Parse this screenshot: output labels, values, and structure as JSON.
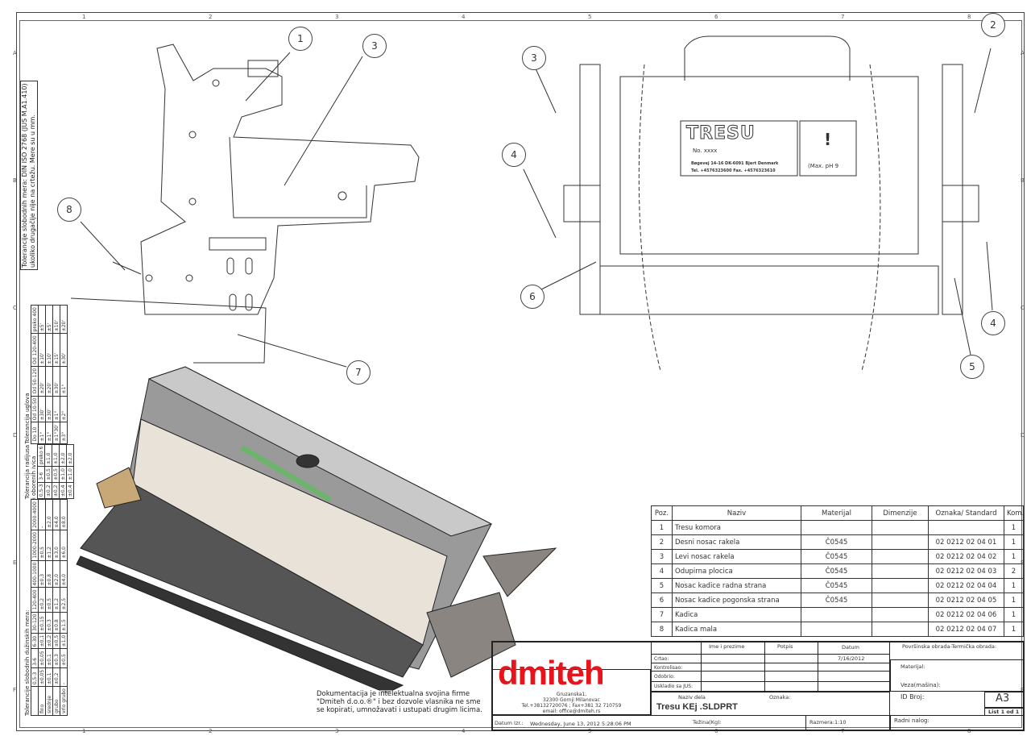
{
  "zones": {
    "columns": [
      "1",
      "2",
      "3",
      "4",
      "5",
      "6",
      "7",
      "8"
    ],
    "rows": [
      "A",
      "B",
      "C",
      "D",
      "E",
      "F"
    ]
  },
  "note_tolerance": "Tolerancije slobodnih mera: DIN ISO 2768 (JUS M.A1.410) ukoliko drugačije nije na crtežu. Mere su u mm.",
  "tolerance_linear": {
    "title": "Tolerancije slobodnih dužinskih mera:",
    "header": [
      "",
      "0,5-3",
      "3-6",
      "6-30",
      "30-120",
      "120-400",
      "400-1000",
      "1000-2000",
      "2000-4000"
    ],
    "rows": [
      [
        "fino",
        "±0,05",
        "±0,05",
        "±0,1",
        "±0,15",
        "±0,2",
        "±0,3",
        "±0,5",
        "-"
      ],
      [
        "srednje",
        "±0,1",
        "±0,1",
        "±0,2",
        "±0,3",
        "±0,5",
        "±0,8",
        "±1,2",
        "±2,0"
      ],
      [
        "grubo",
        "±0,2",
        "±0,3",
        "±0,5",
        "±0,8",
        "±1,2",
        "±2,0",
        "±3,0",
        "±4,0"
      ],
      [
        "vrlo grubo",
        "-",
        "±0,5",
        "±1,0",
        "±1,5",
        "±2,5",
        "±4,0",
        "±6,0",
        "±8,0"
      ]
    ]
  },
  "tolerance_radius": {
    "title": "Tolerancija radijusa i oborenih ivica",
    "header": [
      "0,5-3",
      "3-6",
      "preko 6"
    ],
    "rows": [
      [
        "±0,2",
        "±0,5",
        "±1,0"
      ],
      [
        "±0,2",
        "±0,5",
        "±1,0"
      ],
      [
        "±0,4",
        "±1,0",
        "±2,0"
      ],
      [
        "±0,4",
        "±1,0",
        "±2,0"
      ]
    ]
  },
  "tolerance_angle": {
    "title": "Tolerancija uglova",
    "header": [
      "Do 10",
      "Od 10-50",
      "Od 50-120",
      "Od 120-400",
      "preko 400"
    ],
    "rows": [
      [
        "±1°",
        "±30'",
        "±20'",
        "±10'",
        "±5'"
      ],
      [
        "±1°",
        "±30'",
        "±20'",
        "±10'",
        "±5'"
      ],
      [
        "±1°30'",
        "±1°",
        "±30'",
        "±15'",
        "±10'"
      ],
      [
        "±3°",
        "±2°",
        "±1°",
        "±30'",
        "±20'"
      ]
    ]
  },
  "balloons": [
    "1",
    "2",
    "3",
    "4",
    "4",
    "5",
    "6",
    "7",
    "8",
    "3"
  ],
  "plate": {
    "brand": "TRESU",
    "no": "No. xxxx",
    "address": "Bøgevej 14-16  DK-6091 Bjert Denmark",
    "phone": "Tel. +4576323600  Fax. +4576323610",
    "warning": "!",
    "ph": "(Max. pH 9"
  },
  "parts_table": {
    "headers": [
      "Poz.",
      "Naziv",
      "Materijal",
      "Dimenzije",
      "Oznaka/ Standard",
      "Kom."
    ],
    "rows": [
      [
        "1",
        "Tresu komora",
        "",
        "",
        "",
        "1"
      ],
      [
        "2",
        "Desni nosac rakela",
        "Č0545",
        "",
        "02 0212 02 04 01",
        "1"
      ],
      [
        "3",
        "Levi nosac rakela",
        "Č0545",
        "",
        "02 0212 02 04 02",
        "1"
      ],
      [
        "4",
        "Odupirna plocica",
        "Č0545",
        "",
        "02 0212 02 04 03",
        "2"
      ],
      [
        "5",
        "Nosac kadice radna strana",
        "Č0545",
        "",
        "02 0212 02 04 04",
        "1"
      ],
      [
        "6",
        "Nosac kadice pogonska strana",
        "Č0545",
        "",
        "02 0212 02 04 05",
        "1"
      ],
      [
        "7",
        "Kadica",
        "",
        "",
        "02 0212 02 04 06",
        "1"
      ],
      [
        "8",
        "Kadica mala",
        "",
        "",
        "02 0212 02 04 07",
        "1"
      ]
    ]
  },
  "title_block": {
    "ime": "Ime i prezime",
    "potpis": "Potpis",
    "datum": "Datum",
    "crtao": "Crtao:",
    "crtao_date": "7/16/2012",
    "kontrolisao": "Kontrolisao:",
    "odobrio": "Odobrio:",
    "uskladio": "Uskladio sa JUS:",
    "povrsinska": "Površinska obrada-Termička obrada:",
    "materijal": "Materijal:",
    "veza": "Veza(mašina):",
    "id_broj": "ID Broj:",
    "format": "A3",
    "list": "List 1 od 1",
    "naziv_label": "Naziv dela",
    "oznaka_label": "Oznaka:",
    "naziv": "Tresu KEj .SLDPRT",
    "tezina": "Težina(Kg):",
    "razmera": "Razmera:1:10",
    "radni_nalog": "Radni nalog:",
    "datum_izr_label": "Datum Izr.:",
    "datum_izr": "Wednesday, June 13, 2012 5:28:06 PM"
  },
  "company": {
    "logo": "dmiteh",
    "address1": "Gruzanska1,",
    "address2": "32300 Gornji Milanovac",
    "phone": "Tel.+38132720076 ; Fax+381 32 710759",
    "email": "email: office@dmiteh.rs",
    "accent": "#e8141b"
  },
  "copyright": "Dokumentacija je intelektualna svojina firme \"Dmiteh d.o.o.®\" i bez dozvole vlasnika ne sme se kopirati, umnožavati i ustupati drugim licima."
}
